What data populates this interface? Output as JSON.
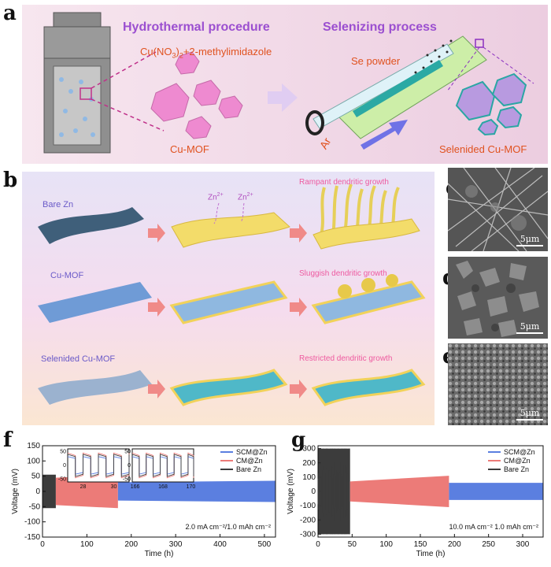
{
  "panel_labels": {
    "a": "a",
    "b": "b",
    "c": "c",
    "d": "d",
    "e": "e",
    "f": "f",
    "g": "g"
  },
  "panel_a": {
    "title_left": "Hydrothermal procedure",
    "title_right": "Selenizing process",
    "reagent_prefix": "Cu(NO",
    "reagent_sub1": "3",
    "reagent_mid": ")",
    "reagent_sub2": "2",
    "reagent_suffix": "+2-methylimidazole",
    "product_left": "Cu-MOF",
    "se_label": "Se powder",
    "gas_label": "Ar",
    "product_right": "Selenided Cu-MOF",
    "colors": {
      "bg": "#f3dcea",
      "title": "#9b4fd0",
      "label": "#e0521f"
    }
  },
  "panel_b": {
    "rows": [
      {
        "name": "Bare Zn",
        "result": "Rampant dendritic growth"
      },
      {
        "name": "Cu-MOF",
        "result": "Sluggish dendritic growth"
      },
      {
        "name": "Selenided Cu-MOF",
        "result": "Restricted dendritic growth"
      }
    ],
    "ion1": "Zn",
    "ion2": "Zn",
    "ion_charge": "2+",
    "colors": {
      "name": "#6a5ac8",
      "result": "#ee5aa0"
    }
  },
  "sem": {
    "scale": "5μm"
  },
  "panel_f": {
    "legend": [
      "SCM@Zn",
      "CM@Zn",
      "Bare Zn"
    ],
    "condition": "2.0 mA cm⁻²/1.0 mAh cm⁻²"
  },
  "panel_g": {
    "legend": [
      "SCM@Zn",
      "CM@Zn",
      "Bare Zn"
    ],
    "condition": "10.0 mA cm⁻² 1.0 mAh cm⁻²"
  },
  "colors": {
    "scm": "#5b7fe0",
    "cm": "#ec7b78",
    "bare": "#3c3c3c"
  },
  "chart_data": [
    {
      "type": "line",
      "xlabel": "Time (h)",
      "ylabel": "Voltage (mV)",
      "xticks": [
        0,
        100,
        200,
        300,
        400,
        500
      ],
      "yticks": [
        -150,
        -100,
        -50,
        0,
        50,
        100,
        150
      ],
      "xlim": [
        0,
        525
      ],
      "ylim": [
        -150,
        150
      ],
      "grid": false,
      "legend_position": "top-right",
      "series": [
        {
          "name": "Bare Zn",
          "x": [
            0,
            30
          ],
          "y_amplitude": [
            55,
            55
          ]
        },
        {
          "name": "CM@Zn",
          "x": [
            30,
            170
          ],
          "y_amplitude": [
            45,
            55
          ]
        },
        {
          "name": "SCM@Zn",
          "x": [
            170,
            525
          ],
          "y_amplitude": [
            30,
            35
          ]
        }
      ],
      "insets": [
        {
          "xticks": [
            28,
            30
          ],
          "xlim": [
            27,
            31
          ],
          "yticks": [
            -50,
            0,
            50
          ],
          "ylim": [
            -60,
            60
          ]
        },
        {
          "xticks": [
            166,
            168,
            170
          ],
          "xlim": [
            165.8,
            170.2
          ],
          "yticks": [
            -50,
            0,
            50
          ],
          "ylim": [
            -60,
            60
          ]
        }
      ]
    },
    {
      "type": "line",
      "xlabel": "Time (h)",
      "ylabel": "Voltage (mV)",
      "xticks": [
        0,
        50,
        100,
        150,
        200,
        250,
        300
      ],
      "yticks": [
        -300,
        -200,
        -100,
        0,
        100,
        200,
        300
      ],
      "xlim": [
        0,
        330
      ],
      "ylim": [
        -320,
        320
      ],
      "grid": false,
      "legend_position": "top-right",
      "series": [
        {
          "name": "Bare Zn",
          "x": [
            0,
            47
          ],
          "y_amplitude": [
            300,
            300
          ]
        },
        {
          "name": "CM@Zn",
          "x": [
            47,
            192
          ],
          "y_amplitude": [
            70,
            110
          ]
        },
        {
          "name": "SCM@Zn",
          "x": [
            192,
            330
          ],
          "y_amplitude": [
            60,
            60
          ]
        }
      ]
    }
  ]
}
